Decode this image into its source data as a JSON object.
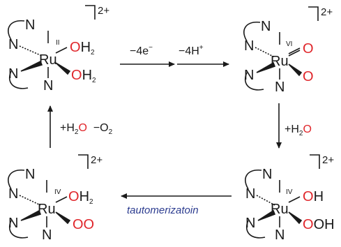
{
  "complexes": [
    {
      "id": "ru2",
      "metal": "Ru",
      "oxidation_state": "II",
      "charge": "2+",
      "ligand_n": "N",
      "ligand_right_top": [
        "O",
        "H",
        "2"
      ],
      "ligand_right_bottom": [
        "O",
        "H",
        "2"
      ]
    },
    {
      "id": "ru6",
      "metal": "Ru",
      "oxidation_state": "VI",
      "charge": "2+",
      "ligand_n": "N",
      "ligand_right_top": [
        "O",
        "",
        ""
      ],
      "ligand_right_bottom": [
        "O",
        "",
        ""
      ]
    },
    {
      "id": "ru4_ooh",
      "metal": "Ru",
      "oxidation_state": "IV",
      "charge": "2+",
      "ligand_n": "N",
      "ligand_right_top": [
        "O",
        "H",
        ""
      ],
      "ligand_right_bottom": [
        "O",
        "OH",
        ""
      ]
    },
    {
      "id": "ru4_oo",
      "metal": "Ru",
      "oxidation_state": "IV",
      "charge": "2+",
      "ligand_n": "N",
      "ligand_right_top": [
        "O",
        "H",
        "2"
      ],
      "ligand_right_bottom": [
        "OO",
        "",
        ""
      ]
    }
  ],
  "arrows": {
    "top": {
      "part1": "−4e",
      "part1_sup": "−",
      "part2": "−4H",
      "part2_sup": "+"
    },
    "right": {
      "prefix": "+H",
      "sub": "2",
      "red": "O"
    },
    "bottom": {
      "label": "tautomerizatoin"
    },
    "left": {
      "prefix": "+H",
      "sub1": "2",
      "red": "O",
      "minus": "  −O",
      "sub2": "2"
    }
  }
}
